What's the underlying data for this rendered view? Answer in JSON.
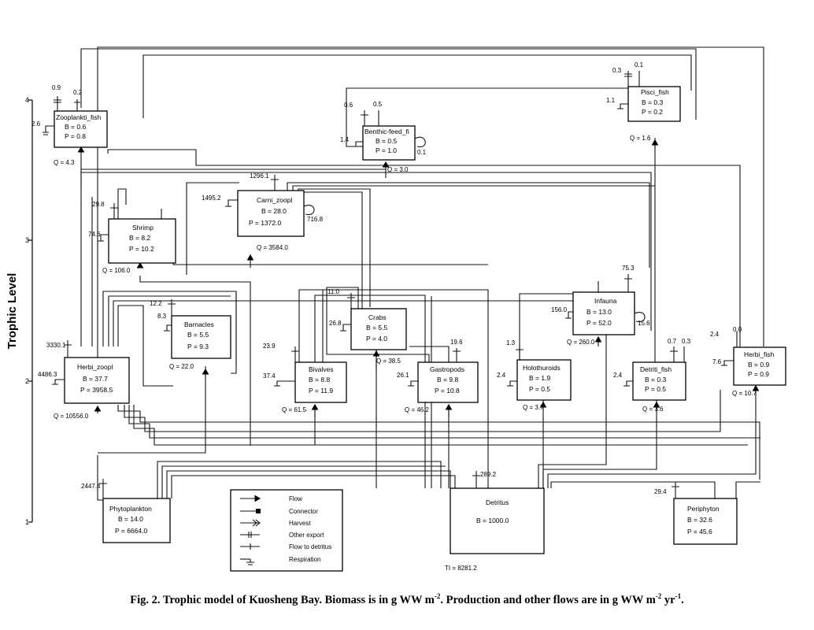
{
  "y_axis": {
    "label": "Trophic Level",
    "ticks": [
      "4",
      "3",
      "2",
      "1"
    ]
  },
  "boxes": [
    {
      "id": "zooplankti_fish",
      "name": "Zooplankti_fish",
      "b": "B = 0.6",
      "p": "P = 0.8",
      "q": "Q = 4.3",
      "labels": [
        "0.9",
        "0.2",
        "2.6"
      ]
    },
    {
      "id": "benthic_feed",
      "name": "Benthic-feed_fi",
      "b": "B = 0.5",
      "p": "P = 1.0",
      "q": "Q = 3.0",
      "labels": [
        "0.6",
        "0.5",
        "1.4",
        "0.1"
      ]
    },
    {
      "id": "pisci_fish",
      "name": "Pisci_fish",
      "b": "B = 0.3",
      "p": "P = 0.2",
      "q": "Q = 1.6",
      "labels": [
        "0.3",
        "0.1",
        "1.1"
      ]
    },
    {
      "id": "shrimp",
      "name": "Shrimp",
      "b": "B = 8.2",
      "p": "P = 10.2",
      "q": "Q = 106.0",
      "labels": [
        "29.8",
        "74.6"
      ]
    },
    {
      "id": "carni_zoopl",
      "name": "Carni_zoopl",
      "b": "B = 28.0",
      "p": "P = 1372.0",
      "q": "Q = 3584.0",
      "labels": [
        "1296.1",
        "1495.2",
        "716.8"
      ]
    },
    {
      "id": "barnacles",
      "name": "Barnacles",
      "b": "B = 5.5",
      "p": "P = 9.3",
      "q": "Q = 22.0",
      "labels": [
        "12.2",
        "8.3"
      ]
    },
    {
      "id": "crabs",
      "name": "Crabs",
      "b": "B = 5.5",
      "p": "P = 4.0",
      "q": "Q = 38.5",
      "labels": [
        "11.0",
        "26.8"
      ]
    },
    {
      "id": "infauna",
      "name": "Infauna",
      "b": "B = 13.0",
      "p": "P = 52.0",
      "q": "Q = 260.0",
      "labels": [
        "75.3",
        "156.0",
        "15.6"
      ]
    },
    {
      "id": "herbi_zoopl",
      "name": "Herbi_zoopl",
      "b": "B = 37.7",
      "p": "P = 3958.5",
      "q": "Q = 10556.0",
      "labels": [
        "3330.1",
        "4486.3"
      ]
    },
    {
      "id": "bivalves",
      "name": "Bivalves",
      "b": "B = 8.8",
      "p": "P = 11.9",
      "q": "Q = 61.5",
      "labels": [
        "23.9",
        "37.4"
      ]
    },
    {
      "id": "gastropods",
      "name": "Gastropods",
      "b": "B = 9.8",
      "p": "P = 10.8",
      "q": "Q = 46.2",
      "labels": [
        "19.6",
        "26.1"
      ]
    },
    {
      "id": "holothuroids",
      "name": "Holothuroids",
      "b": "B = 1.9",
      "p": "P = 0.5",
      "q": "Q = 3.7",
      "labels": [
        "1.3",
        "2.4"
      ]
    },
    {
      "id": "detriti_fish",
      "name": "Detriti_fish",
      "b": "B = 0.3",
      "p": "P = 0.5",
      "q": "Q = 3.6",
      "labels": [
        "0.7",
        "0.3",
        "2.4"
      ]
    },
    {
      "id": "herbi_fish",
      "name": "Herbi_fish",
      "b": "B = 0.9",
      "p": "P = 0.9",
      "q": "Q = 10.7",
      "labels": [
        "0.0",
        "2.4",
        "7.6"
      ]
    },
    {
      "id": "phytoplankton",
      "name": "Phytoplankton",
      "b": "B = 14.0",
      "p": "P = 6664.0",
      "q": "",
      "labels": [
        "2447.4"
      ]
    },
    {
      "id": "detritus",
      "name": "Detritus",
      "b": "B = 1000.0",
      "p": "",
      "q": "",
      "labels": [
        "289.2"
      ]
    },
    {
      "id": "periphyton",
      "name": "Periphyton",
      "b": "B = 32.6",
      "p": "P = 45.6",
      "q": "",
      "labels": [
        "29.4"
      ]
    }
  ],
  "ti": "TI = 8281.2",
  "legend": [
    "Flow",
    "Connector",
    "Harvest",
    "Other export",
    "Flow to detritus",
    "Respiration"
  ],
  "caption": {
    "part1": "Fig. 2.  Trophic model of Kuosheng Bay.  Biomass is in g WW m",
    "sup1": "-2",
    "part2": ".  Production and other flows are in g WW m",
    "sup2": "-2",
    "part3": " yr",
    "sup3": "-1",
    "part4": "."
  }
}
